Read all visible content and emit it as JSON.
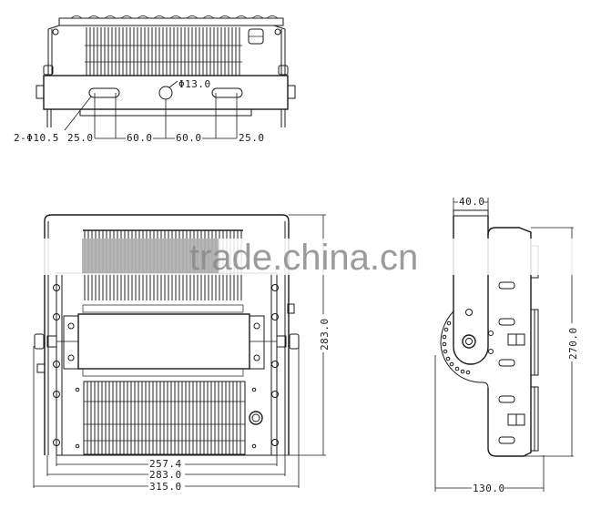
{
  "drawing": {
    "subject": "LED floodlight dimension drawing",
    "views": {
      "top_view": {
        "labels": {
          "mount_holes": "2-Φ10.5",
          "cable_hole": "Φ13.0",
          "spacing": [
            "25.0",
            "60.0",
            "60.0",
            "25.0"
          ]
        }
      },
      "front_view": {
        "labels": {
          "height": "283.0",
          "inner_width": "257.4",
          "body_width": "283.0",
          "overall_width": "315.0"
        }
      },
      "side_view": {
        "labels": {
          "bracket_width": "40.0",
          "height": "270.0",
          "depth": "130.0"
        }
      }
    },
    "watermark": "trade.china.cn"
  }
}
